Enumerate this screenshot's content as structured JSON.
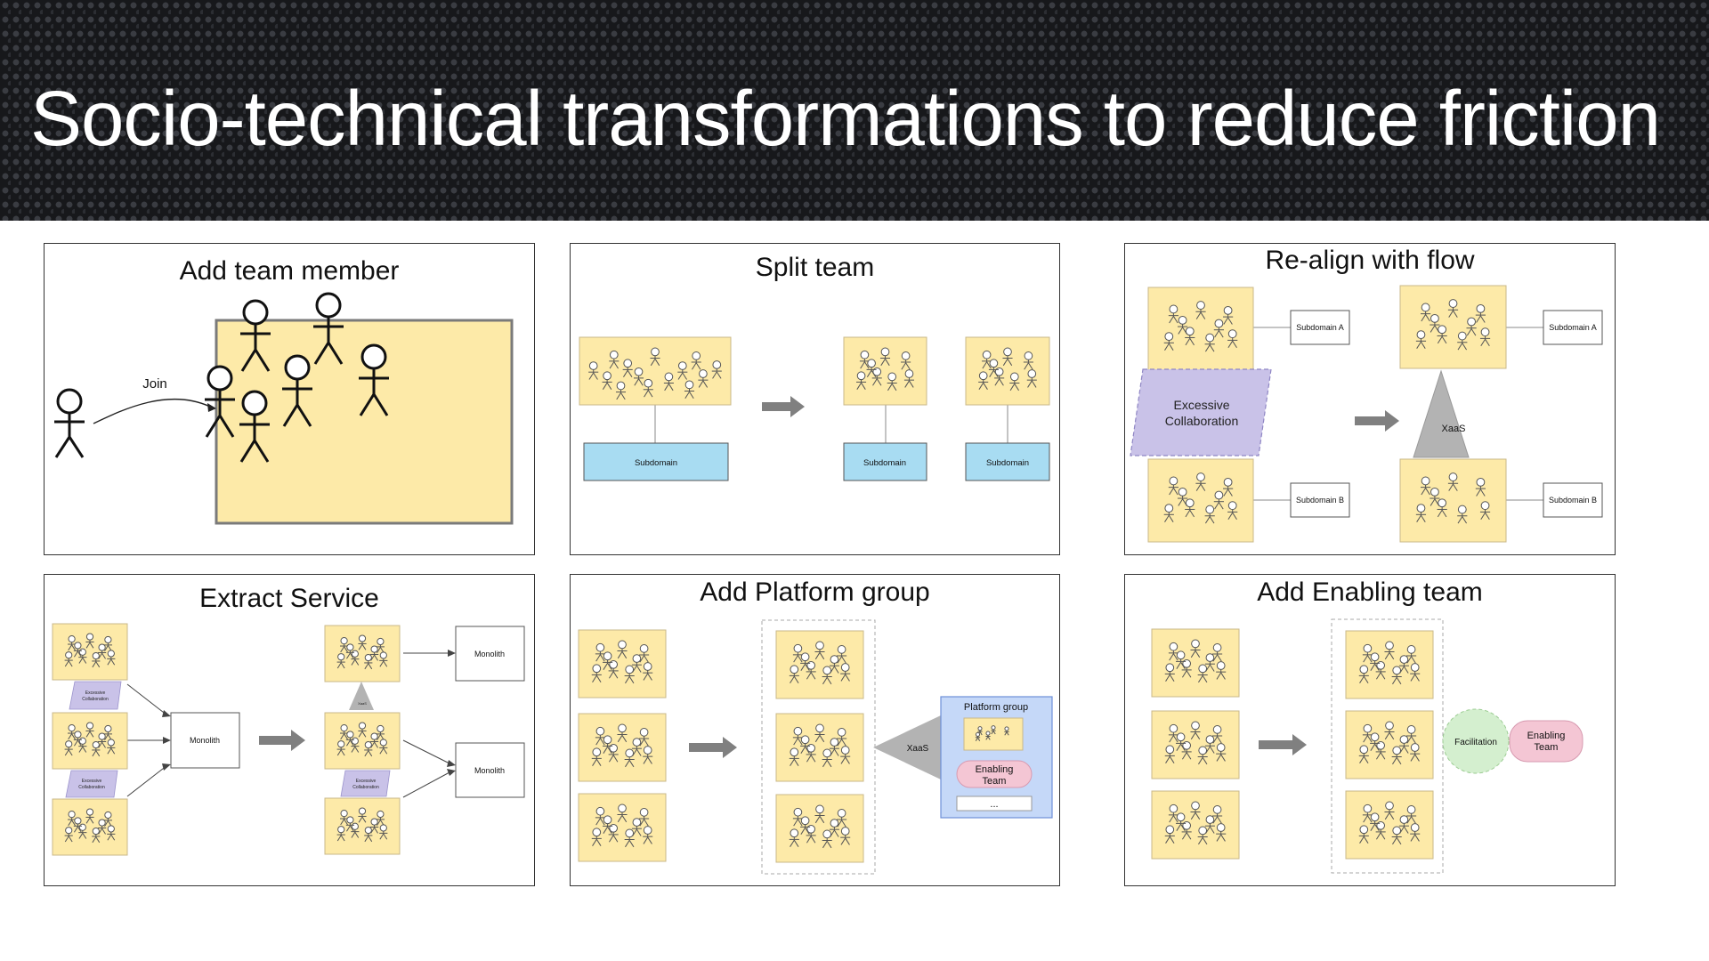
{
  "slide": {
    "title": "Socio-technical transformations to reduce friction"
  },
  "panels": {
    "add_team_member": {
      "title": "Add team member",
      "join_label": "Join"
    },
    "split_team": {
      "title": "Split team",
      "subdomain": "Subdomain"
    },
    "realign": {
      "title": "Re-align with flow",
      "subdomain_a": "Subdomain A",
      "subdomain_b": "Subdomain B",
      "excessive_line1": "Excessive",
      "excessive_line2": "Collaboration",
      "xaas": "XaaS"
    },
    "extract_service": {
      "title": "Extract Service",
      "monolith": "Monolith",
      "excessive_line1": "Excessive",
      "excessive_line2": "Collaboration",
      "xaas_small": "XaaS"
    },
    "platform_group": {
      "title": "Add Platform group",
      "xaas": "XaaS",
      "platform_label": "Platform group",
      "enabling_line1": "Enabling",
      "enabling_line2": "Team",
      "ellipsis": "..."
    },
    "enabling_team": {
      "title": "Add Enabling team",
      "facilitation": "Facilitation",
      "enabling_line1": "Enabling",
      "enabling_line2": "Team"
    }
  },
  "colors": {
    "team": "#fdeaa8",
    "team_stroke": "#c9b88a",
    "subdomain_blue": "#a8dcf2",
    "collab": "#c9c2e8",
    "platform": "#c5d8f8",
    "enabling": "#f4c6d4",
    "facilitation": "#d4efcf",
    "xaas": "#b3b3b3",
    "arrow": "#808080"
  }
}
